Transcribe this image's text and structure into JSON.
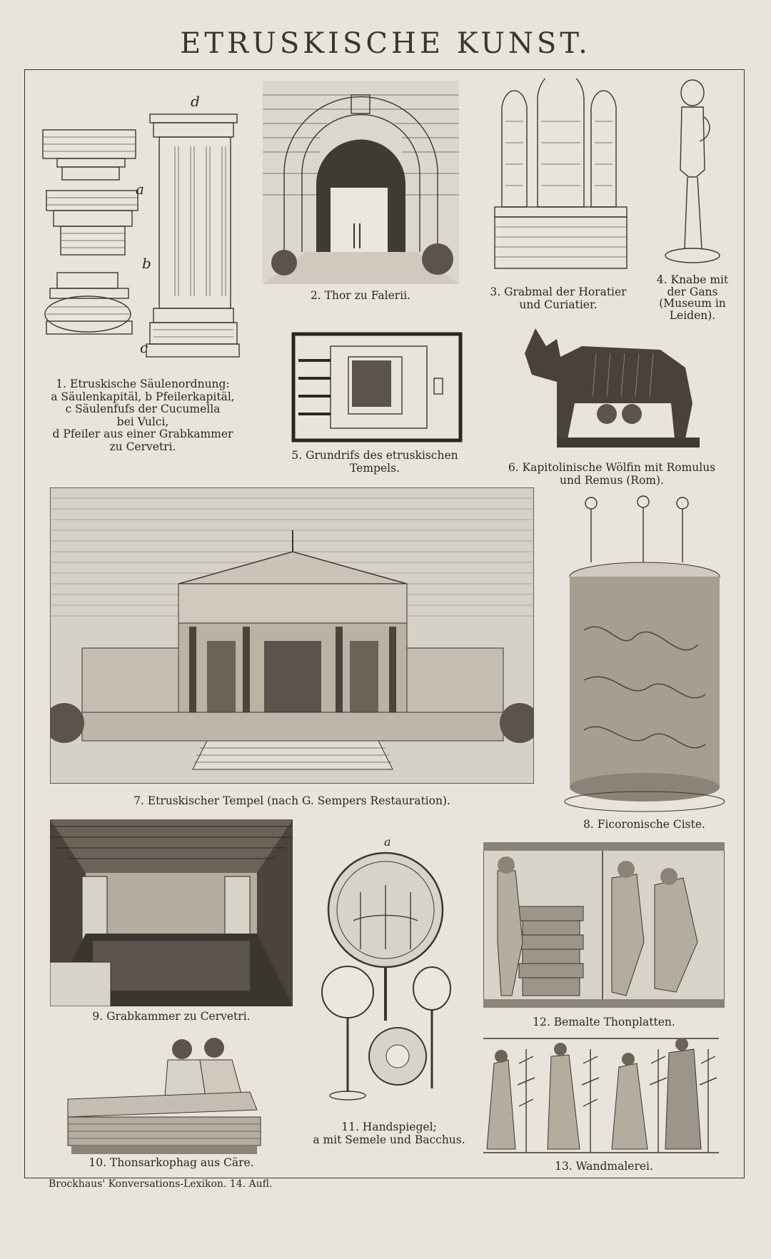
{
  "title": "ETRUSKISCHE KUNST.",
  "footer": "Brockhaus' Konversations-Lexikon.  14. Aufl.",
  "figures": {
    "f1": {
      "letters": {
        "a": "a",
        "b": "b",
        "c": "c",
        "d": "d"
      },
      "caption": [
        "1. Etruskische Säulenordnung:",
        "a Säulenkapitäl, b Pfeilerkapitäl,",
        "c Säulenfufs der Cucumella",
        "bei Vulci,",
        "d Pfeiler aus einer Grabkammer",
        "zu Cervetri."
      ]
    },
    "f2": {
      "caption": [
        "2. Thor zu Falerii."
      ]
    },
    "f3": {
      "caption": [
        "3. Grabmal der Horatier",
        "und Curiatier."
      ]
    },
    "f4": {
      "caption": [
        "4. Knabe mit",
        "der Gans",
        "(Museum in",
        "Leiden)."
      ]
    },
    "f5": {
      "caption": [
        "5. Grundrifs des etruskischen",
        "Tempels."
      ]
    },
    "f6": {
      "caption": [
        "6. Kapitolinische Wölfin mit Romulus",
        "und Remus (Rom)."
      ]
    },
    "f7": {
      "caption": [
        "7. Etruskischer Tempel (nach G. Sempers Restauration)."
      ]
    },
    "f8": {
      "caption": [
        "8. Ficoronische Ciste."
      ]
    },
    "f9": {
      "caption": [
        "9. Grabkammer zu Cervetri."
      ]
    },
    "f10": {
      "caption": [
        "10. Thonsarkophag aus Cäre."
      ]
    },
    "f11": {
      "letter": "a",
      "caption": [
        "11. Handspiegel;",
        "a mit Semele und Bacchus."
      ]
    },
    "f12": {
      "caption": [
        "12. Bemalte Thonplatten."
      ]
    },
    "f13": {
      "caption": [
        "13. Wandmalerei."
      ]
    }
  }
}
